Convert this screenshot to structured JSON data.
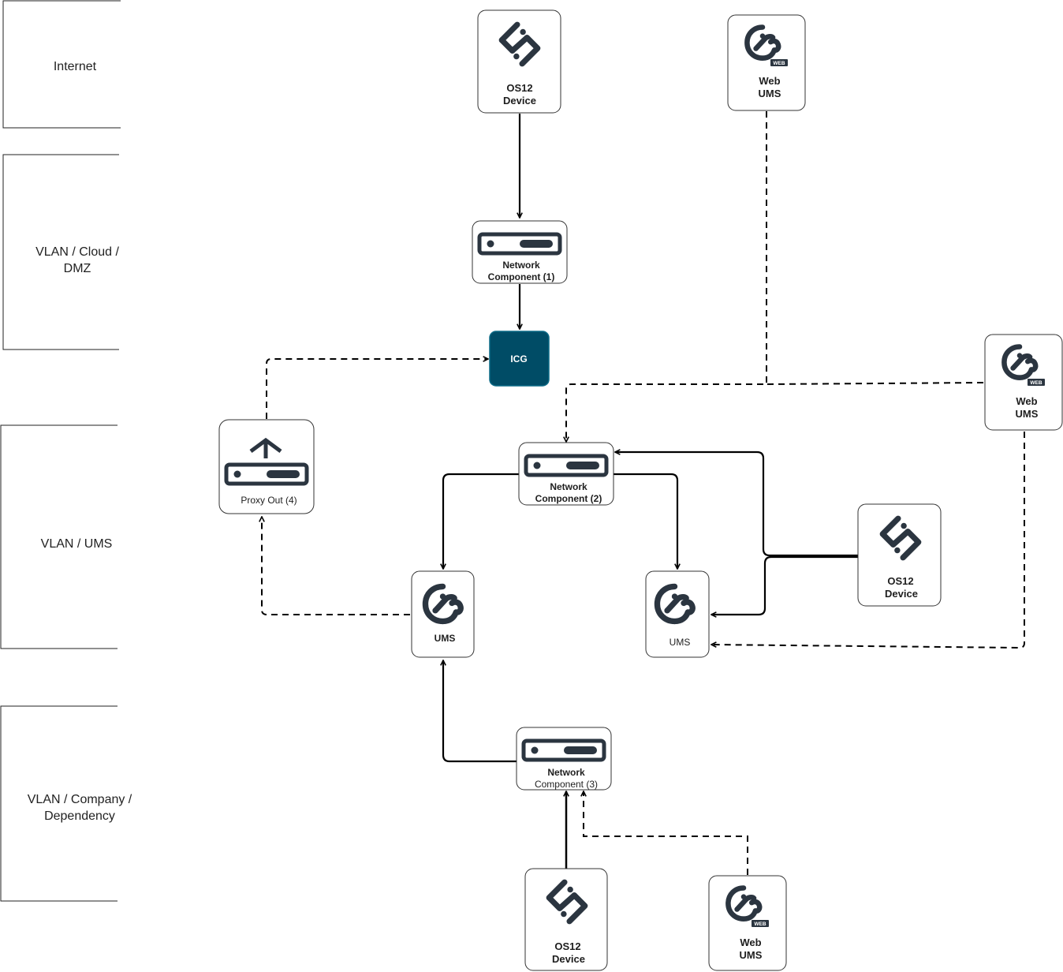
{
  "zones": {
    "internet": {
      "lines": [
        "Internet"
      ]
    },
    "dmz": {
      "lines": [
        "VLAN / Cloud /",
        "DMZ"
      ]
    },
    "ums": {
      "lines": [
        "VLAN / UMS"
      ]
    },
    "company": {
      "lines": [
        "VLAN / Company /",
        "Dependency"
      ]
    }
  },
  "nodes": {
    "os12_internet": {
      "lines": [
        "OS12",
        "Device"
      ],
      "icon": "os12-device-icon"
    },
    "webums_internet": {
      "lines": [
        "Web",
        "UMS"
      ],
      "icon": "web-ums-icon",
      "badge": "WEB"
    },
    "netcomp1": {
      "lines": [
        "Network",
        "Component (1)"
      ],
      "icon": "network-device-icon"
    },
    "icg": {
      "lines": [
        "ICG"
      ]
    },
    "webums_right": {
      "lines": [
        "Web",
        "UMS"
      ],
      "icon": "web-ums-icon",
      "badge": "WEB"
    },
    "proxy_out": {
      "lines": [
        "Proxy Out (4)"
      ],
      "icon": "proxy-out-icon"
    },
    "netcomp2": {
      "lines": [
        "Network",
        "Component (2)"
      ],
      "icon": "network-device-icon"
    },
    "ums_left": {
      "lines": [
        "UMS"
      ],
      "icon": "ums-icon"
    },
    "ums_right": {
      "lines": [
        "UMS"
      ],
      "icon": "ums-icon"
    },
    "os12_ums": {
      "lines": [
        "OS12",
        "Device"
      ],
      "icon": "os12-device-icon"
    },
    "netcomp3": {
      "lines": [
        "Network",
        "Component (3)"
      ],
      "icon": "network-device-icon"
    },
    "os12_company": {
      "lines": [
        "OS12",
        "Device"
      ],
      "icon": "os12-device-icon"
    },
    "webums_company": {
      "lines": [
        "Web",
        "UMS"
      ],
      "icon": "web-ums-icon",
      "badge": "WEB"
    }
  },
  "connections": [
    {
      "from": "os12_internet",
      "to": "netcomp1",
      "style": "solid"
    },
    {
      "from": "netcomp1",
      "to": "icg",
      "style": "solid"
    },
    {
      "from": "proxy_out",
      "to": "icg",
      "style": "dashed"
    },
    {
      "from": "webums_internet",
      "to": "netcomp2",
      "style": "dashed"
    },
    {
      "from": "webums_right",
      "to": "netcomp2",
      "style": "dashed"
    },
    {
      "from": "netcomp2",
      "to": "ums_left",
      "style": "solid"
    },
    {
      "from": "netcomp2",
      "to": "ums_right",
      "style": "solid"
    },
    {
      "from": "os12_ums",
      "to": "netcomp2",
      "style": "solid"
    },
    {
      "from": "os12_ums",
      "to": "ums_right",
      "style": "solid"
    },
    {
      "from": "webums_right",
      "to": "ums_right",
      "style": "dashed"
    },
    {
      "from": "ums_left",
      "to": "proxy_out",
      "style": "dashed"
    },
    {
      "from": "netcomp3",
      "to": "ums_left",
      "style": "solid"
    },
    {
      "from": "os12_company",
      "to": "netcomp3",
      "style": "solid"
    },
    {
      "from": "webums_company",
      "to": "netcomp3",
      "style": "dashed"
    }
  ],
  "colors": {
    "icon": "#2b3540",
    "icg_fill": "#004c66",
    "icg_border": "#0b6a86",
    "line": "#000000",
    "node_border": "#333333"
  }
}
